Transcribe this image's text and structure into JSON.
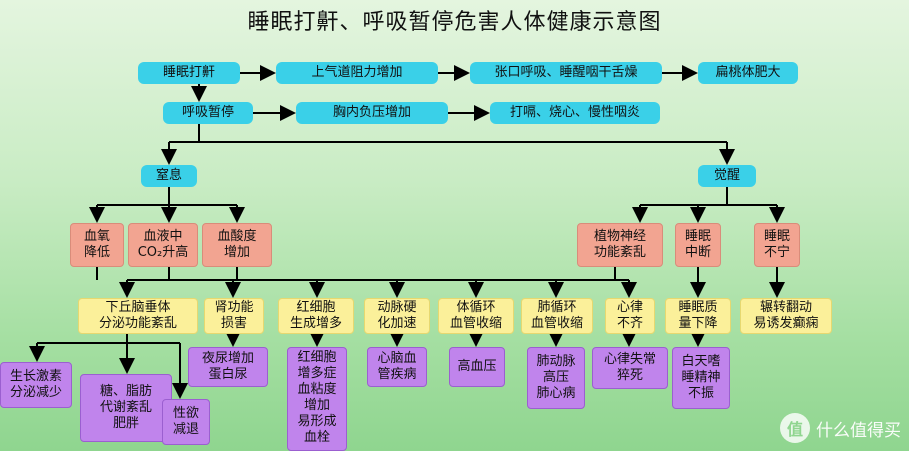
{
  "title": "睡眠打鼾、呼吸暂停危害人体健康示意图",
  "nodes": [
    {
      "id": "snore",
      "text": "睡眠打鼾"
    },
    {
      "id": "airway",
      "text": "上气道阻力增加"
    },
    {
      "id": "mouth",
      "text": "张口呼吸、睡醒咽干舌燥"
    },
    {
      "id": "tonsil",
      "text": "扁桃体肥大"
    },
    {
      "id": "apnea",
      "text": "呼吸暂停"
    },
    {
      "id": "chest",
      "text": "胸内负压增加"
    },
    {
      "id": "cough",
      "text": "打嗝、烧心、慢性咽炎"
    },
    {
      "id": "suffocate",
      "text": "窒息"
    },
    {
      "id": "wake",
      "text": "觉醒"
    },
    {
      "id": "o2low",
      "text": "血氧\n降低"
    },
    {
      "id": "co2",
      "text": "血液中\nCO₂升高"
    },
    {
      "id": "acid",
      "text": "血酸度\n增加"
    },
    {
      "id": "veg",
      "text": "植物神经\n功能紊乱"
    },
    {
      "id": "sleepbreak",
      "text": "睡眠\n中断"
    },
    {
      "id": "restless",
      "text": "睡眠\n不宁"
    },
    {
      "id": "hypo",
      "text": "下丘脑垂体\n分泌功能紊乱"
    },
    {
      "id": "kidney",
      "text": "肾功能\n损害"
    },
    {
      "id": "rbc",
      "text": "红细胞\n生成增多"
    },
    {
      "id": "artery",
      "text": "动脉硬\n化加速"
    },
    {
      "id": "bodycirc",
      "text": "体循环\n血管收缩"
    },
    {
      "id": "lungcirc",
      "text": "肺循环\n血管收缩"
    },
    {
      "id": "arrhythmia",
      "text": "心律\n不齐"
    },
    {
      "id": "sleepqual",
      "text": "睡眠质\n量下降"
    },
    {
      "id": "toss",
      "text": "辗转翻动\n易诱发癫痫"
    },
    {
      "id": "growth",
      "text": "生长激素\n分泌减少"
    },
    {
      "id": "sugar",
      "text": "糖、脂肪\n代谢紊乱\n肥胖"
    },
    {
      "id": "libido",
      "text": "性欲\n减退"
    },
    {
      "id": "nocturia",
      "text": "夜尿增加\n蛋白尿"
    },
    {
      "id": "polycyt",
      "text": "红细胞\n增多症\n血粘度\n增加\n易形成\n血栓"
    },
    {
      "id": "cardio",
      "text": "心脑血\n管疾病"
    },
    {
      "id": "hyper",
      "text": "高血压"
    },
    {
      "id": "pulm",
      "text": "肺动脉\n高压\n肺心病"
    },
    {
      "id": "death",
      "text": "心律失常\n猝死"
    },
    {
      "id": "daytime",
      "text": "白天嗜\n睡精神\n不振"
    }
  ],
  "watermark": "什么值得买",
  "watermark_logo": "值",
  "colors": {
    "cyan": "#3ad0e8",
    "salmon": "#f2a491",
    "yellow": "#fbf09a",
    "purple": "#c084ec",
    "arrow": "#000000"
  }
}
